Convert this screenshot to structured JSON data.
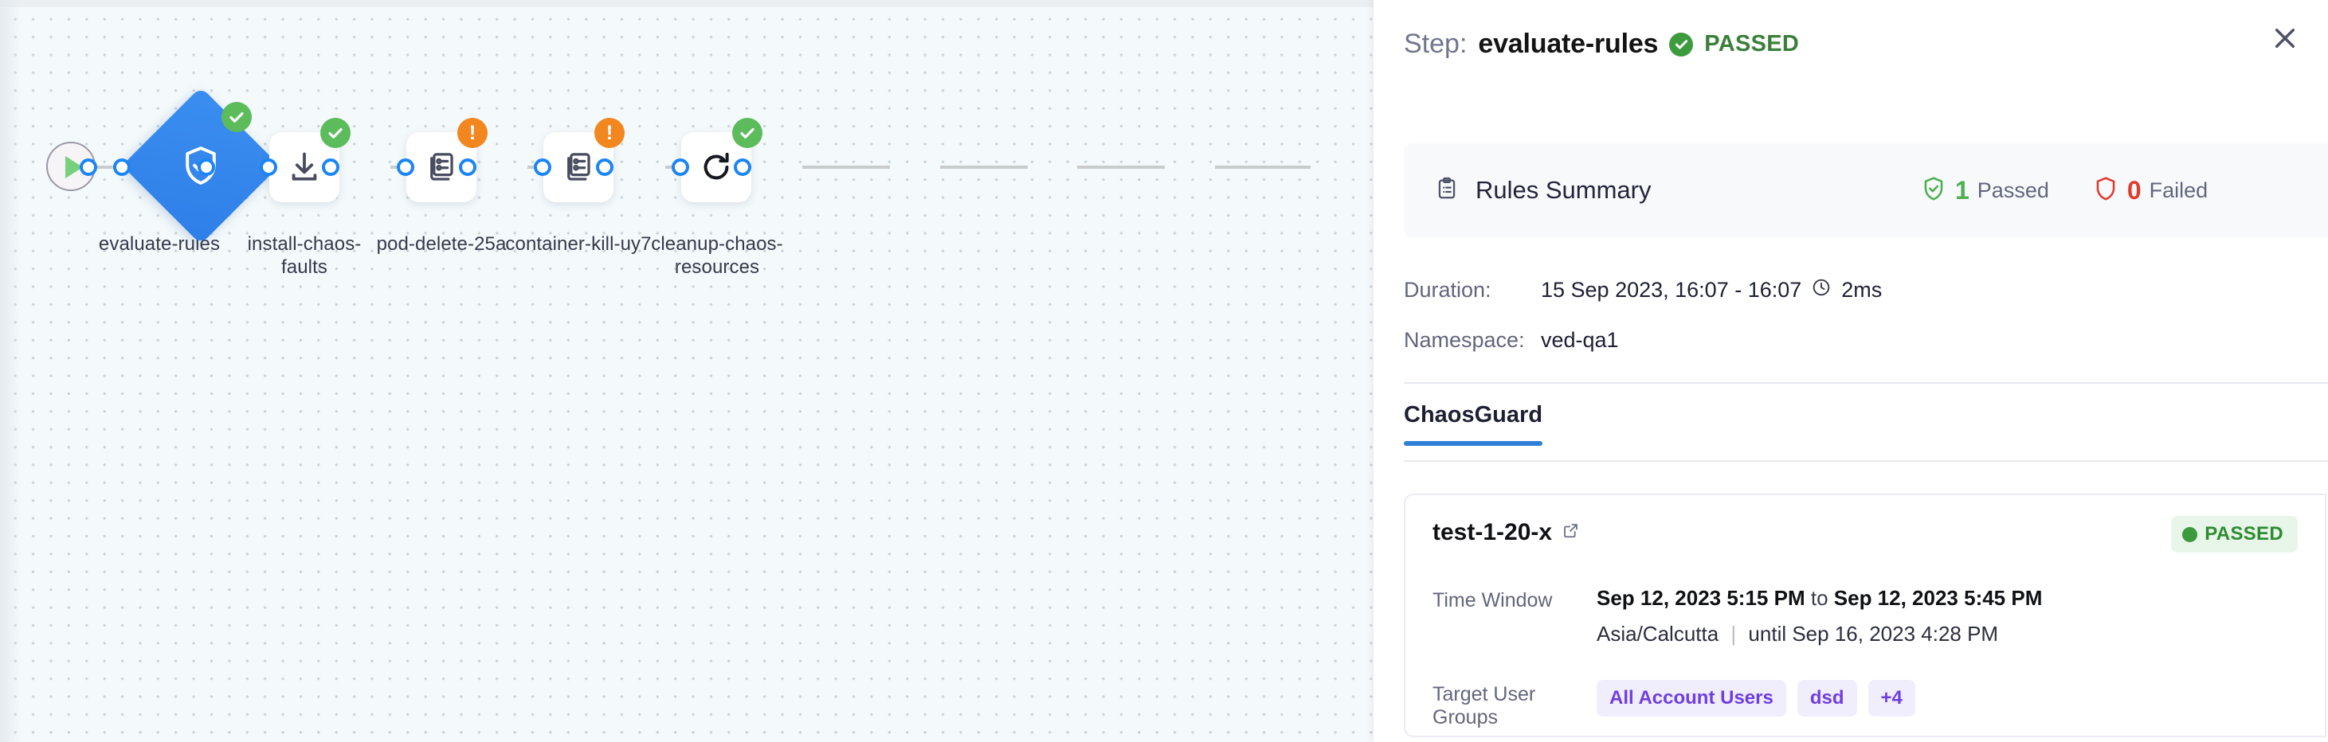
{
  "canvas": {
    "nodes": [
      {
        "id": "start",
        "label": "",
        "icon": "play-icon",
        "status": ""
      },
      {
        "id": "evaluate-rules",
        "label": "evaluate-rules",
        "icon": "shield-check-icon",
        "status": "success"
      },
      {
        "id": "install-chaos-faults",
        "label": "install-chaos-faults",
        "icon": "download-icon",
        "status": "success"
      },
      {
        "id": "pod-delete-25a",
        "label": "pod-delete-25a",
        "icon": "chaos-fault-icon",
        "status": "warning"
      },
      {
        "id": "container-kill-uy7",
        "label": "container-kill-uy7",
        "icon": "chaos-fault-icon",
        "status": "warning"
      },
      {
        "id": "cleanup-chaos-resources",
        "label": "cleanup-chaos-resources",
        "icon": "refresh-icon",
        "status": "success"
      }
    ]
  },
  "panel": {
    "header": {
      "step_word": "Step:",
      "step_name": "evaluate-rules",
      "status_icon": "check-circle-icon",
      "status_text": "PASSED",
      "close_icon": "close-icon"
    },
    "rules_summary": {
      "icon": "clipboard-icon",
      "title": "Rules Summary",
      "passed_icon": "shield-check-icon",
      "passed_count": "1",
      "passed_label": "Passed",
      "failed_icon": "shield-icon",
      "failed_count": "0",
      "failed_label": "Failed"
    },
    "meta": {
      "duration_key": "Duration:",
      "duration_value": "15 Sep 2023, 16:07 - 16:07",
      "duration_clock_icon": "clock-icon",
      "duration_elapsed": "2ms",
      "namespace_key": "Namespace:",
      "namespace_value": "ved-qa1"
    },
    "tabs": [
      {
        "label": "ChaosGuard",
        "active": true
      }
    ],
    "test_card": {
      "name": "test-1-20-x",
      "external_link_icon": "external-link-icon",
      "badge_text": "PASSED",
      "time_window_key": "Time Window",
      "time_window_start": "Sep 12, 2023 5:15 PM",
      "time_window_joiner": "to",
      "time_window_end": "Sep 12, 2023 5:45 PM",
      "timezone": "Asia/Calcutta",
      "until_text": "until Sep 16, 2023 4:28 PM",
      "target_groups_key": "Target User Groups",
      "target_groups": [
        "All Account Users",
        "dsd",
        "+4"
      ]
    }
  },
  "colors": {
    "accent_blue": "#2f7fd8",
    "node_blue": "#3b8ef0",
    "success_green": "#4caf50",
    "warning_orange": "#f3871f",
    "danger_red": "#e03b2f",
    "chip_purple": "#6f3ee0",
    "canvas_bg": "#f4f9fb"
  }
}
